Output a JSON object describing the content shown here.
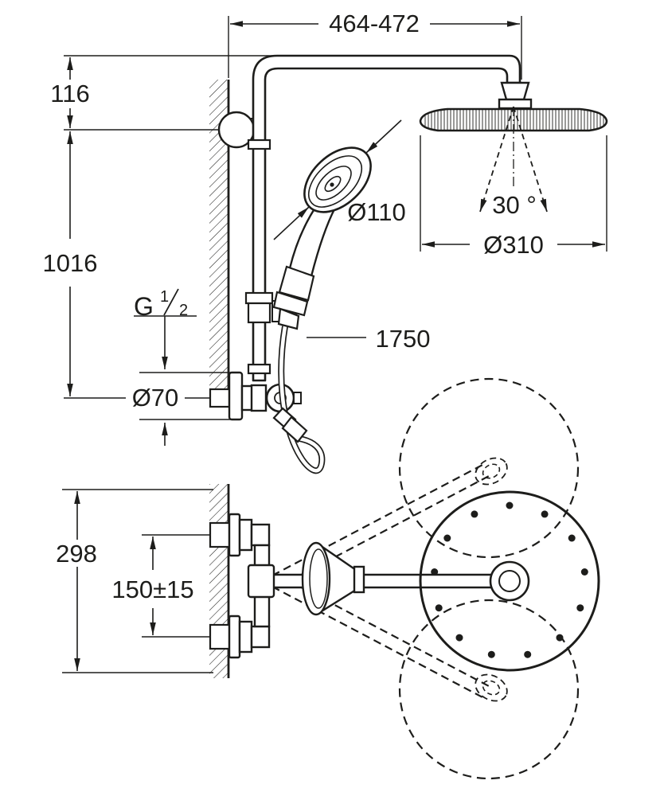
{
  "labels": {
    "width_range": "464-472",
    "top_offset": "116",
    "total_height": "1016",
    "thread": {
      "symbol": "G",
      "numerator": "1",
      "denominator": "2"
    },
    "escutcheon_diameter": "Ø70",
    "hand_shower_diameter": "Ø110",
    "swivel_angle": "30 °",
    "head_shower_diameter": "Ø310",
    "hose_length": "1750",
    "bracket_height": "298",
    "inlet_spacing": "150±15"
  },
  "colors": {
    "line": "#1d1d1b",
    "background": "#ffffff"
  }
}
